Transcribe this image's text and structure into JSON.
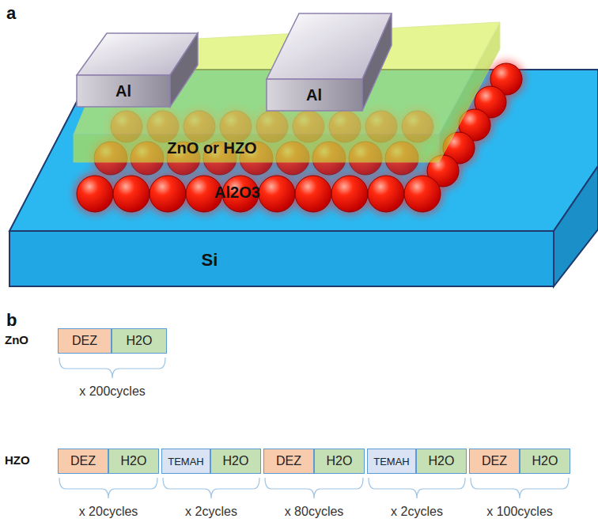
{
  "diagram": {
    "nodes": [
      {
        "text": [
          "DEZ"
        ]
      },
      {
        "text": [
          "H2O"
        ]
      },
      {
        "text": [
          "DEZ"
        ]
      },
      {
        "text": [
          "H2O"
        ]
      },
      {
        "text": [
          "TEMAH"
        ]
      },
      {
        "text": [
          "H2O"
        ]
      },
      {
        "text": [
          "DEZ"
        ]
      },
      {
        "text": [
          "H2O"
        ]
      },
      {
        "text": [
          "TEMAH"
        ]
      },
      {
        "text": [
          "H2O"
        ]
      },
      {
        "text": [
          "DEZ"
        ]
      },
      {
        "text": [
          "H2O"
        ]
      }
    ],
    "labels": [
      "a",
      "Al",
      "Al",
      "ZnO or HZO",
      "Al2O3",
      "Si",
      "b",
      "ZnO",
      "x 200cycles",
      "HZO",
      "x 20cycles",
      "x 2cycles",
      "x 80cycles",
      "x 2cycles",
      "x 100cycles"
    ]
  }
}
